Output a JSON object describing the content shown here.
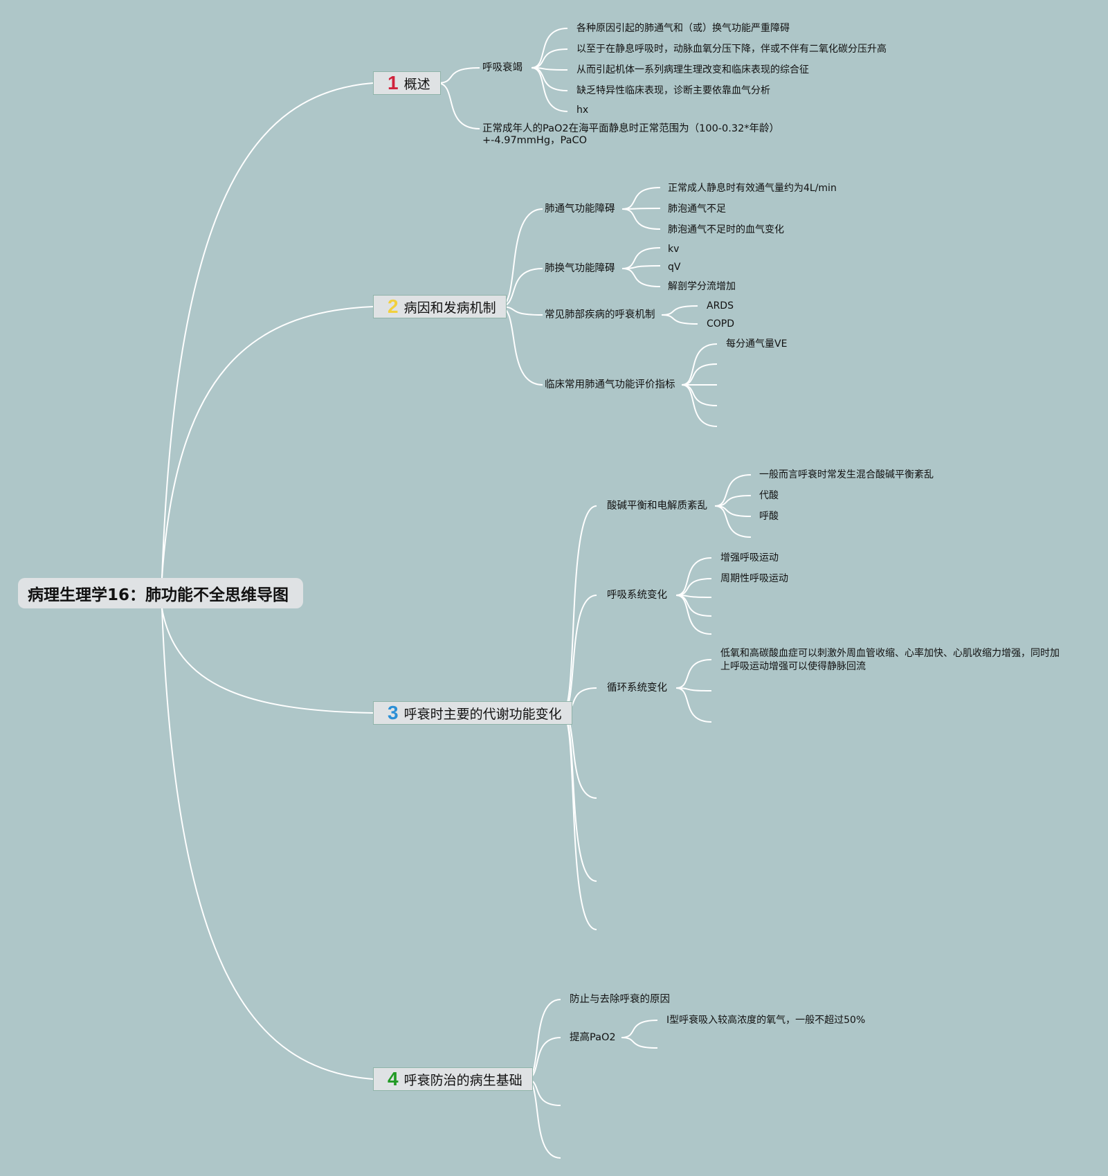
{
  "root": {
    "title": "病理生理学16：肺功能不全思维导图"
  },
  "colors": {
    "background": "#aec6c8",
    "node_fill": "#dfe2e4",
    "num1": "#d0233c",
    "num2": "#f2d03d",
    "num3": "#2b8fd6",
    "num4": "#219a24",
    "line": "#ffffff"
  },
  "branches": [
    {
      "num": "1",
      "label": "概述",
      "children": [
        {
          "label": "呼吸衰竭",
          "children": [
            "各种原因引起的肺通气和（或）换气功能严重障碍",
            "以至于在静息呼吸时，动脉血氧分压下降，伴或不伴有二氧化碳分压升高",
            "从而引起机体一系列病理生理改变和临床表现的综合征",
            "缺乏特异性临床表现，诊断主要依靠血气分析",
            "hx"
          ]
        },
        {
          "label": "正常成年人的PaO2在海平面静息时正常范围为（100-0.32*年龄）+-4.97mmHg，PaCO",
          "children": []
        }
      ]
    },
    {
      "num": "2",
      "label": "病因和发病机制",
      "children": [
        {
          "label": "肺通气功能障碍",
          "children": [
            "正常成人静息时有效通气量约为4L/min",
            "肺泡通气不足",
            "肺泡通气不足时的血气变化"
          ]
        },
        {
          "label": "肺换气功能障碍",
          "children": [
            "kv",
            "qV",
            "解剖学分流增加"
          ]
        },
        {
          "label": "常见肺部疾病的呼衰机制",
          "children": [
            "ARDS",
            "COPD"
          ]
        },
        {
          "label": "临床常用肺通气功能评价指标",
          "children": [
            "每分通气量VE",
            "",
            "",
            "",
            ""
          ]
        }
      ]
    },
    {
      "num": "3",
      "label": "呼衰时主要的代谢功能变化",
      "children": [
        {
          "label": "酸碱平衡和电解质紊乱",
          "children": [
            "一般而言呼衰时常发生混合酸碱平衡紊乱",
            "代酸",
            "呼酸",
            ""
          ]
        },
        {
          "label": "呼吸系统变化",
          "children": [
            "增强呼吸运动",
            "周期性呼吸运动",
            "",
            "",
            ""
          ]
        },
        {
          "label": "循环系统变化",
          "children": [
            "低氧和高碳酸血症可以刺激外周血管收缩、心率加快、心肌收缩力增强，同时加上呼吸运动增强可以使得静脉回流",
            "",
            ""
          ]
        },
        {
          "label": "",
          "children": []
        },
        {
          "label": "",
          "children": []
        },
        {
          "label": "",
          "children": []
        }
      ]
    },
    {
      "num": "4",
      "label": "呼衰防治的病生基础",
      "children": [
        {
          "label": "防止与去除呼衰的原因",
          "children": []
        },
        {
          "label": "提高PaO2",
          "children": [
            "I型呼衰吸入较高浓度的氧气，一般不超过50%",
            ""
          ]
        },
        {
          "label": "",
          "children": []
        },
        {
          "label": "",
          "children": []
        }
      ]
    }
  ]
}
